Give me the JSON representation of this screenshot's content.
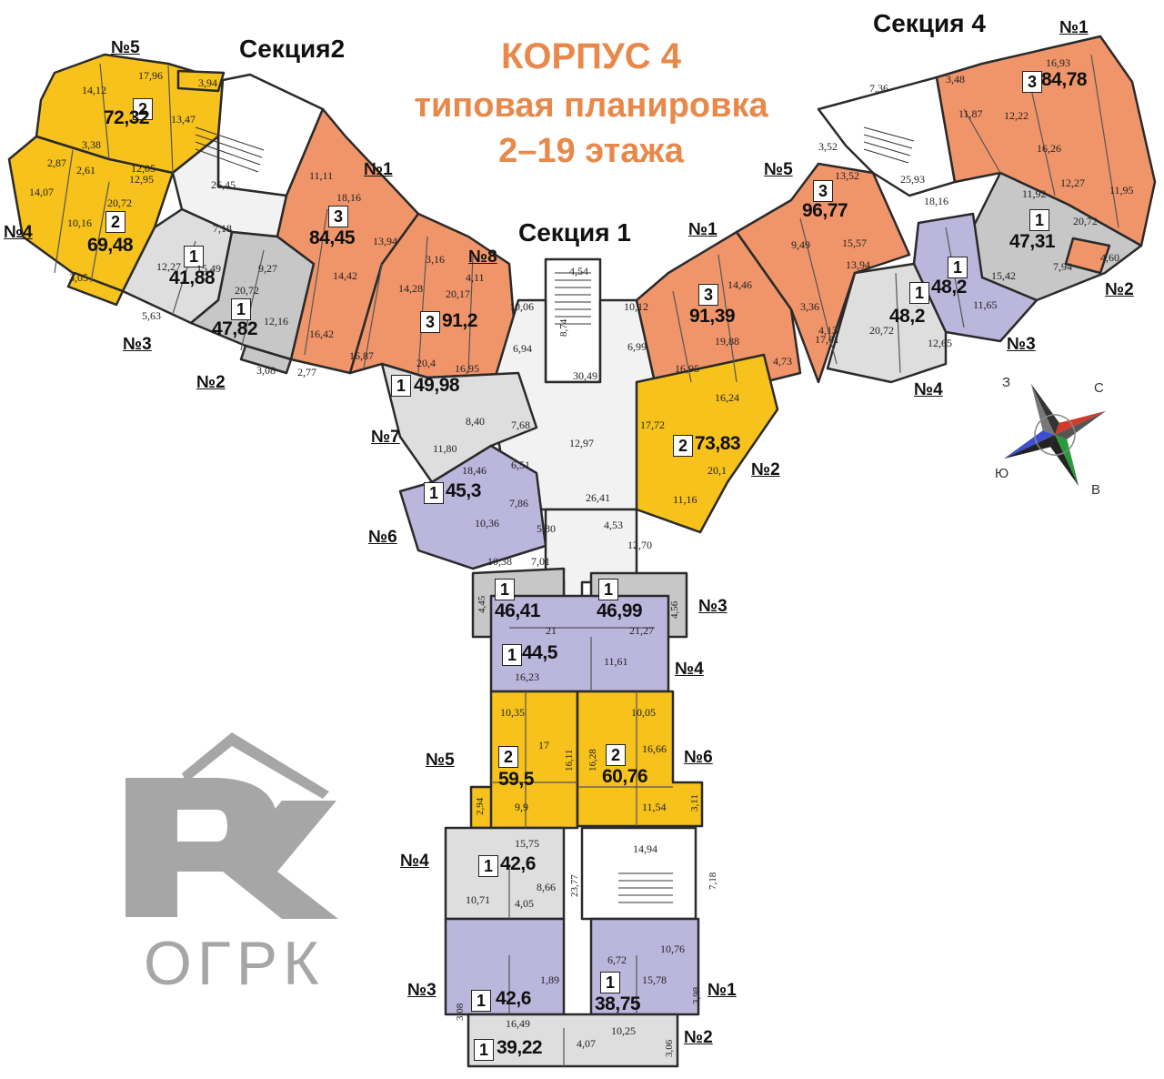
{
  "title": {
    "line1": "КОРПУС 4",
    "line2": "типовая планировка",
    "line3": "2–19 этажа"
  },
  "sections": {
    "s1": "Секция 1",
    "s2": "Секция2",
    "s4": "Секция 4"
  },
  "colors": {
    "orange": "#f0956a",
    "yellow": "#f6c21b",
    "gray": "#c7c7c7",
    "lightgray": "#dedede",
    "lavender": "#bbb6dc",
    "title": "#e8884a",
    "logo": "#a6a6a6"
  },
  "apartments": {
    "s2_5": {
      "no": "№5",
      "rooms": "2",
      "area": "72,32"
    },
    "s2_4": {
      "no": "№4",
      "rooms": "2",
      "area": "69,48"
    },
    "s2_3": {
      "no": "№3",
      "rooms": "1",
      "area": "41,88"
    },
    "s2_2": {
      "no": "№2",
      "rooms": "1",
      "area": "47,82"
    },
    "s2_1": {
      "no": "№1",
      "rooms": "3",
      "area": "84,45"
    },
    "s1_8": {
      "no": "№8",
      "rooms": "3",
      "area": "91,2"
    },
    "s1_1": {
      "no": "№1",
      "rooms": "3",
      "area": "91,39"
    },
    "s1_7": {
      "no": "№7",
      "rooms": "1",
      "area": "49,98"
    },
    "s1_6": {
      "no": "№6",
      "rooms": "1",
      "area": "45,3"
    },
    "s1_2": {
      "no": "№2",
      "rooms": "2",
      "area": "73,83"
    },
    "s4_5": {
      "no": "№5",
      "rooms": "3",
      "area": "96,77"
    },
    "s4_1": {
      "no": "№1",
      "rooms": "3",
      "area": "84,78"
    },
    "s4_2": {
      "no": "№2",
      "rooms": "1",
      "area": "47,31"
    },
    "s4_3": {
      "no": "№3",
      "rooms": "1",
      "area": "48,2"
    },
    "s4_4": {
      "no": "№4",
      "rooms": "1",
      "area": "48,2"
    },
    "c_3l": {
      "rooms": "1",
      "area": "46,41"
    },
    "c_3r": {
      "no": "№3",
      "rooms": "1",
      "area": "46,99"
    },
    "c_4": {
      "no": "№4",
      "rooms": "1",
      "area": "44,5"
    },
    "c_5": {
      "no": "№5",
      "rooms": "2",
      "area": "59,5"
    },
    "c_6": {
      "no": "№6",
      "rooms": "2",
      "area": "60,76"
    },
    "b_4": {
      "no": "№4",
      "rooms": "1",
      "area": "42,6"
    },
    "b_3": {
      "no": "№3",
      "rooms": "1",
      "area": "42,6"
    },
    "b_1": {
      "no": "№1",
      "rooms": "1",
      "area": "38,75"
    },
    "b_2": {
      "no": "№2",
      "rooms": "1",
      "area": "39,22"
    }
  },
  "room_sizes": {
    "a1": "14,12",
    "a2": "17,96",
    "a3": "13,47",
    "a4": "3,94",
    "a5": "3,38",
    "a6": "2,87",
    "a7": "2,61",
    "a8": "12,05",
    "a9": "14,07",
    "a10": "10,16",
    "a11": "20,72",
    "a12": "12,95",
    "a13": "3,05",
    "a14": "26,45",
    "a15": "7,18",
    "a16": "12,27",
    "a17": "15,49",
    "a18": "9,27",
    "a19": "20,72",
    "a20": "12,16",
    "a21": "5,63",
    "a22": "3,08",
    "a23": "11,11",
    "a24": "18,16",
    "a25": "13,94",
    "a26": "14,42",
    "a27": "16,42",
    "a28": "16,87",
    "a29": "2,77",
    "a30": "14,28",
    "a31": "20,17",
    "a32": "10,06",
    "a33": "6,94",
    "a34": "16,95",
    "a35": "3,16",
    "a36": "4,11",
    "a37": "4,54",
    "a38": "8,74",
    "a39": "30,49",
    "a40": "10,12",
    "a41": "6,99",
    "a42": "14,46",
    "a43": "19,88",
    "a44": "16,95",
    "a45": "20,4",
    "a46": "8,40",
    "a47": "7,68",
    "a48": "11,80",
    "a49": "12,97",
    "a50": "18,46",
    "a51": "6,51",
    "a52": "7,86",
    "a53": "10,36",
    "a54": "5,80",
    "a55": "26,41",
    "a56": "17,72",
    "a57": "16,24",
    "a58": "20,1",
    "a59": "11,16",
    "a60": "4,53",
    "a61": "12,70",
    "a62": "10,38",
    "a63": "7,01",
    "a64": "4,45",
    "a65": "21",
    "a66": "21,27",
    "a67": "4,56",
    "a68": "11,61",
    "a69": "16,23",
    "a70": "10,35",
    "a71": "10,05",
    "a72": "17",
    "a73": "16,11",
    "a74": "16,28",
    "a75": "16,66",
    "a76": "9,9",
    "a77": "11,54",
    "a78": "2,94",
    "a79": "3,11",
    "a80": "15,75",
    "a81": "14,94",
    "a82": "23,77",
    "a83": "10,71",
    "a84": "8,66",
    "a85": "4,05",
    "a86": "10,76",
    "a87": "6,72",
    "a88": "15,78",
    "a89": "1,89",
    "a90": "16,49",
    "a91": "10,25",
    "a92": "4,07",
    "a93": "3,06",
    "a94": "7,36",
    "a95": "16,93",
    "a96": "11,87",
    "a97": "12,22",
    "a98": "16,26",
    "a99": "11,95",
    "a100": "13,52",
    "a101": "25,93",
    "a102": "18,16",
    "a103": "15,57",
    "a104": "13,94",
    "a105": "9,49",
    "a106": "11,92",
    "a107": "20,72",
    "a108": "7,94",
    "a109": "4,60",
    "a110": "12,27",
    "a111": "15,42",
    "a112": "11,65",
    "a113": "20,72",
    "a114": "12,65",
    "a115": "17,01",
    "a116": "4,73",
    "a117": "3,36",
    "a118": "4,13",
    "a119": "3,48",
    "a120": "3,52",
    "a121": "7,18",
    "a122": "3,08",
    "a123": "3,98"
  },
  "compass": {
    "n": "С",
    "s": "Ю",
    "w": "З",
    "e": "В"
  },
  "logo": {
    "text": "ОГРК"
  }
}
